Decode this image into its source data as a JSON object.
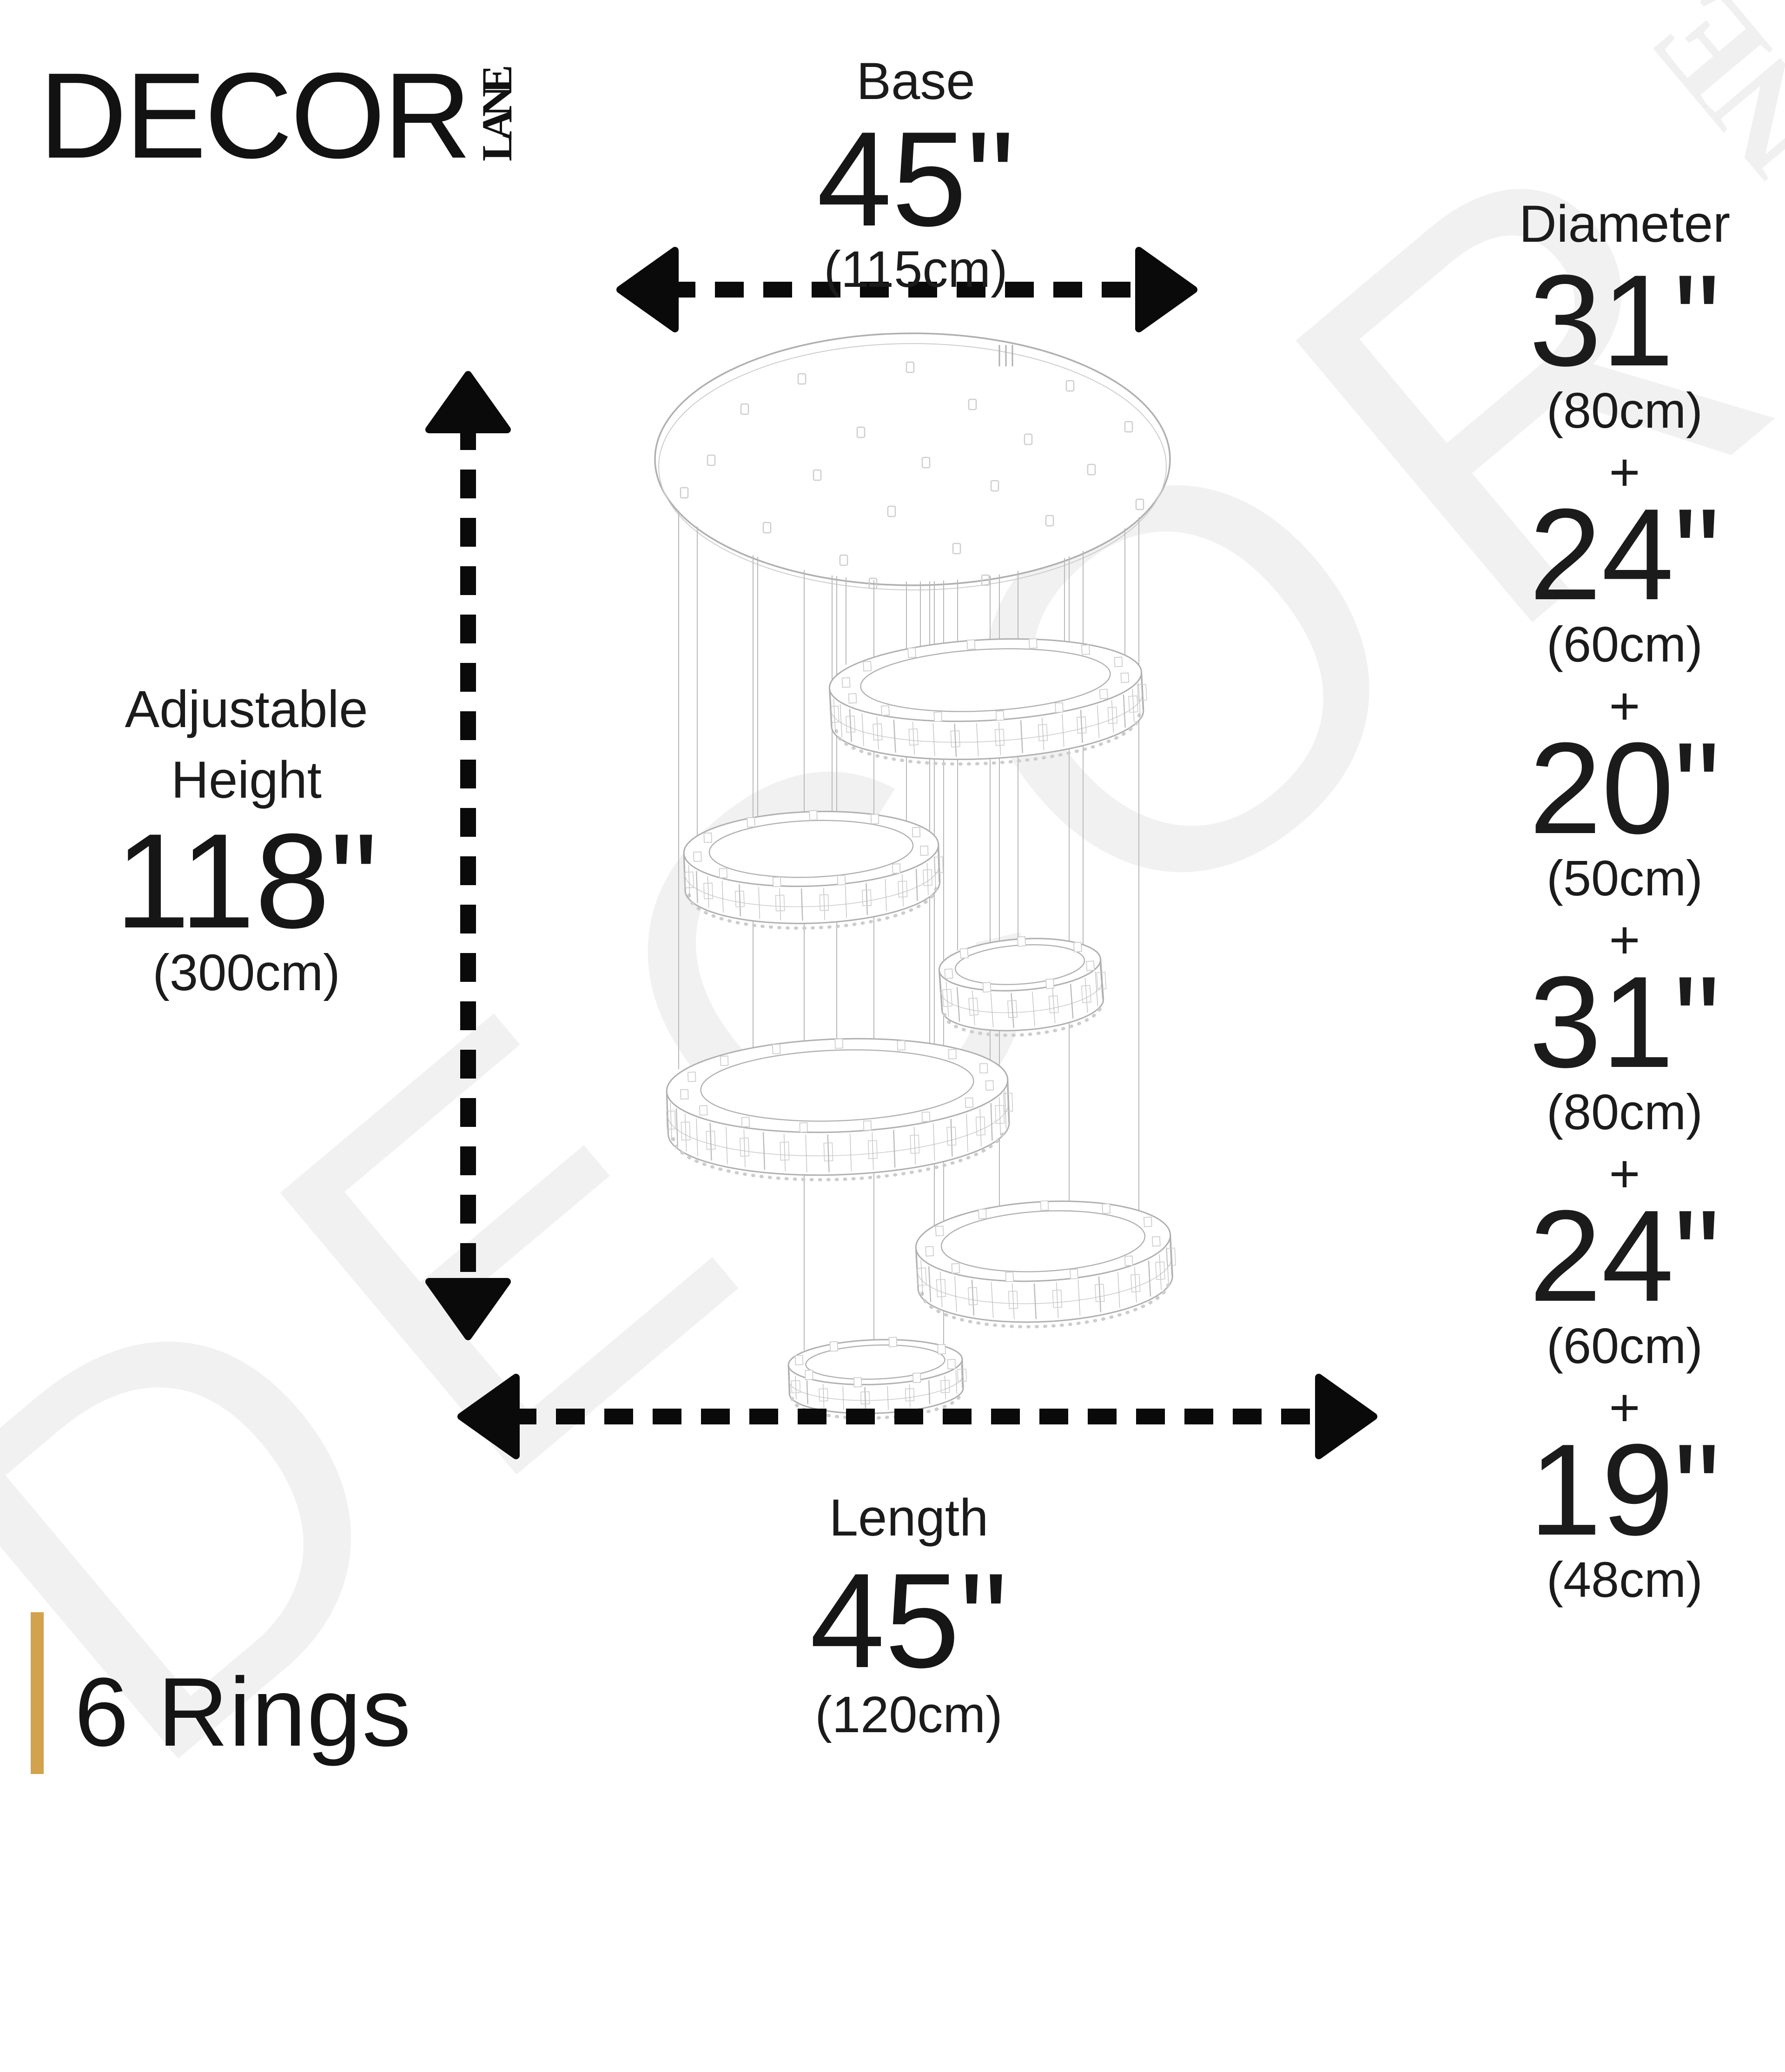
{
  "brand": {
    "name": "DECOR",
    "sub": "LANE"
  },
  "watermark": {
    "name": "DECOR",
    "sub": "LANE"
  },
  "dimensions": {
    "base": {
      "label": "Base",
      "value": "45\"",
      "metric": "(115cm)"
    },
    "height": {
      "label_line1": "Adjustable",
      "label_line2": "Height",
      "value": "118\"",
      "metric": "(300cm)"
    },
    "length": {
      "label": "Length",
      "value": "45\"",
      "metric": "(120cm)"
    },
    "diameter": {
      "label": "Diameter",
      "separator": "+",
      "entries": [
        {
          "value": "31\"",
          "metric": "(80cm)"
        },
        {
          "value": "24\"",
          "metric": "(60cm)"
        },
        {
          "value": "20\"",
          "metric": "(50cm)"
        },
        {
          "value": "31\"",
          "metric": "(80cm)"
        },
        {
          "value": "24\"",
          "metric": "(60cm)"
        },
        {
          "value": "19\"",
          "metric": "(48cm)"
        }
      ]
    }
  },
  "footer": {
    "rings_label": "6 Rings"
  },
  "diagram": {
    "ring_count": 6,
    "style": "pencil-sketch crystal ring chandelier"
  },
  "colors": {
    "accent_gold": "#D2A24C",
    "text": "#1b1b1b",
    "sketch": "#b0b0b0",
    "arrow": "#0a0a0a"
  }
}
